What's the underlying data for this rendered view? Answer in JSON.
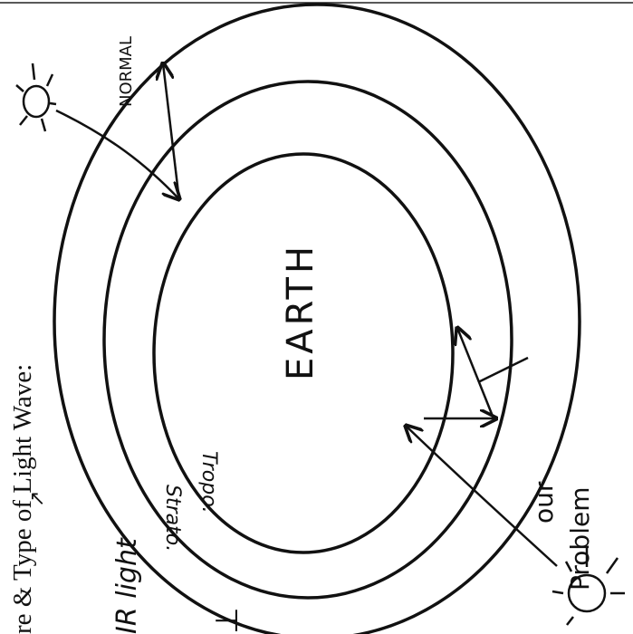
{
  "header": {
    "rotated_title": "re & Type of Light Wave:"
  },
  "labels": {
    "normal": "NORMAL",
    "earth": "EARTH",
    "tropo": "Tropo.",
    "strato": "Strato.",
    "ir_light": "IR light",
    "our_problem_line1": "our",
    "our_problem_line2": "Problem",
    "caret": "↗",
    "bottom_mark": "⊥"
  },
  "icons": [
    "sun-icon-top",
    "sun-icon-bottom"
  ],
  "colors": {
    "ink": "#111111",
    "background": "#ffffff"
  }
}
